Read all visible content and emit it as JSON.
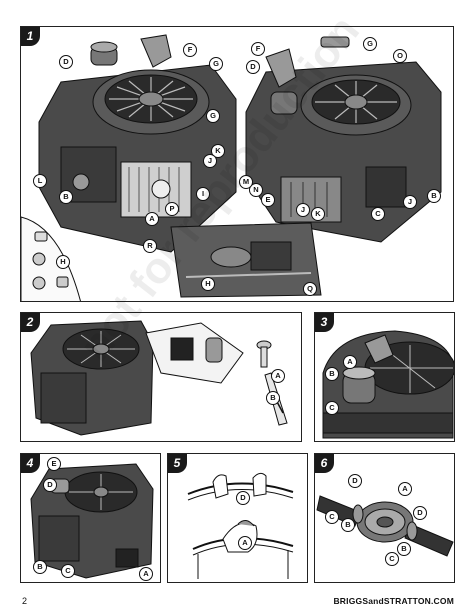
{
  "page": {
    "number": "2",
    "brand": "BRIGGSandSTRATTON.COM",
    "watermark": "not for reproduction"
  },
  "panels": [
    {
      "number": "1",
      "labels": [
        "D",
        "F",
        "G",
        "G",
        "K",
        "J",
        "L",
        "B",
        "A",
        "P",
        "I",
        "F",
        "D",
        "O",
        "G",
        "N",
        "M",
        "E",
        "J",
        "K",
        "C",
        "J",
        "B",
        "R",
        "H",
        "Q",
        "H"
      ]
    },
    {
      "number": "2",
      "labels": [
        "A",
        "B"
      ]
    },
    {
      "number": "3",
      "labels": [
        "A",
        "B",
        "C"
      ]
    },
    {
      "number": "4",
      "labels": [
        "E",
        "D",
        "B",
        "C",
        "A"
      ]
    },
    {
      "number": "5",
      "labels": [
        "D",
        "A"
      ]
    },
    {
      "number": "6",
      "labels": [
        "D",
        "A",
        "D",
        "B",
        "C",
        "C",
        "B"
      ]
    }
  ],
  "colors": {
    "ink": "#111111",
    "engine_dark": "#3a3a3a",
    "engine_mid": "#6b6b6b",
    "engine_light": "#bdbdbd"
  }
}
